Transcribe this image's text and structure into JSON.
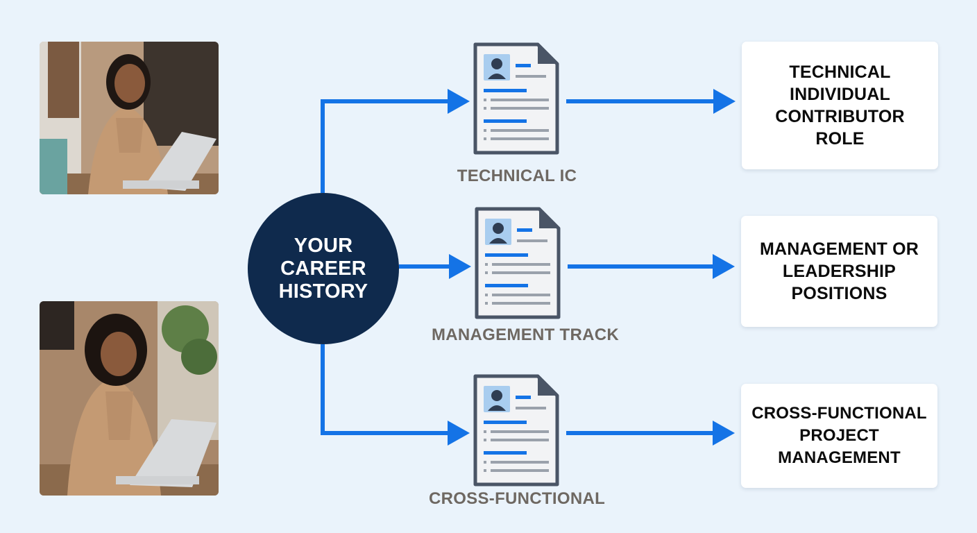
{
  "hub": {
    "label": "YOUR CAREER HISTORY"
  },
  "tracks": [
    {
      "label": "TECHNICAL IC"
    },
    {
      "label": "MANAGEMENT TRACK"
    },
    {
      "label": "CROSS-FUNCTIONAL"
    }
  ],
  "outcomes": [
    {
      "label": "TECHNICAL INDIVIDUAL CONTRIBUTOR ROLE"
    },
    {
      "label": "MANAGEMENT OR LEADERSHIP POSITIONS"
    },
    {
      "label": "CROSS-FUNCTIONAL PROJECT MANAGEMENT"
    }
  ],
  "icons": {
    "resume": "resume-document-icon",
    "arrow": "arrow-right-icon"
  },
  "colors": {
    "background": "#eaf3fb",
    "hub": "#0f2a4d",
    "arrow": "#1473e6",
    "track_label": "#6e6862",
    "outcome_text": "#0b0b0b"
  }
}
